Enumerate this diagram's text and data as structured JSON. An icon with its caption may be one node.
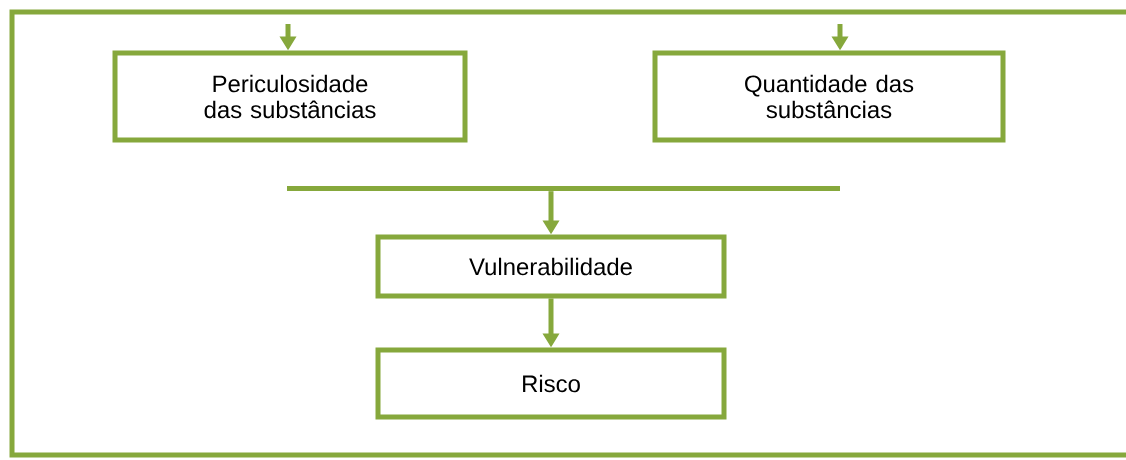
{
  "diagram": {
    "nodes": [
      {
        "text": [
          "Periculosidade das substâncias"
        ]
      },
      {
        "text": [
          "Quantidade das substâncias"
        ]
      },
      {
        "text": [],
        "shape": "bar"
      },
      {
        "text": [
          "Vulnerabilidade"
        ]
      },
      {
        "text": [
          "Risco"
        ]
      }
    ],
    "edges": [
      {
        "from": null,
        "to": 0,
        "arrow": "to"
      },
      {
        "from": null,
        "to": 1,
        "arrow": "to"
      },
      {
        "from": 2,
        "to": 3,
        "arrow": "to"
      },
      {
        "from": 3,
        "to": 4,
        "arrow": "to"
      }
    ]
  }
}
